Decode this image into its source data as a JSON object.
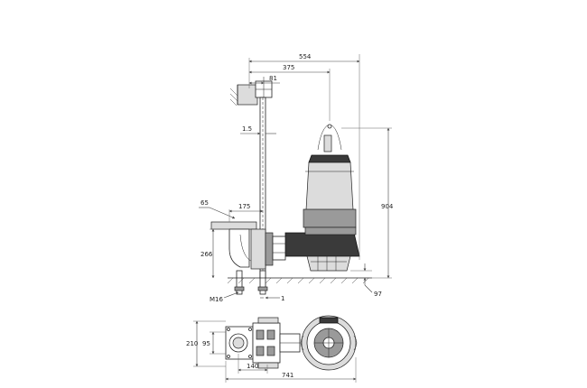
{
  "dimensions": {
    "d554": "554",
    "d375": "375",
    "d81": "81",
    "d1_5": "1.5",
    "d65": "65",
    "d175": "175",
    "d266": "266",
    "d904": "904",
    "d97": "97",
    "m16": "M16",
    "d1": "1",
    "d210": "210",
    "d95": "95",
    "d140": "140",
    "d741": "741"
  }
}
